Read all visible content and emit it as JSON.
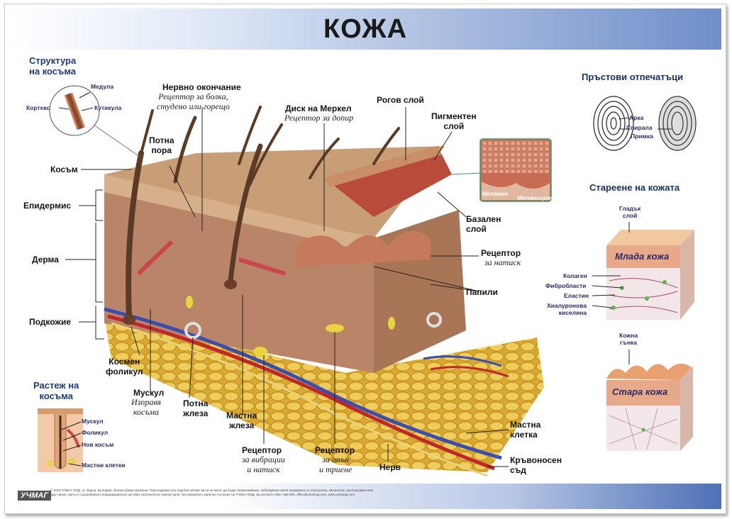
{
  "title": "КОЖА",
  "hair_structure": {
    "heading": "Структура\nна косъма",
    "medula": "Медула",
    "kortex": "Кортекс",
    "kutikula": "Кутикула"
  },
  "main_labels": {
    "kosam": "Косъм",
    "epidermis": "Епидермис",
    "derma": "Дерма",
    "podkozhie": "Подкожие",
    "potna_pora": "Потна\nпора",
    "nervno_okonchanie": "Нервно окончание",
    "nervno_okonchanie_sub": "Рецептор за болка,\nстудено или горещо",
    "disk_merkel": "Диск на Меркел",
    "disk_merkel_sub": "Рецептор за допир",
    "rogov_sloy": "Рогов слой",
    "pigmenten_sloy": "Пигментен\nслой",
    "bazalen_sloy": "Базален\nслой",
    "receptor_natisk": "Рецептор",
    "receptor_natisk_sub": "за натиск",
    "papili": "Папили",
    "kosmen_folikul": "Космен\nфоликул",
    "muskul": "Мускул",
    "muskul_sub": "Изправя\nкосъма",
    "potna_zhleza": "Потна\nжлеза",
    "mastna_zhleza": "Мастна\nжлеза",
    "receptor_vibracii": "Рецептор",
    "receptor_vibracii_sub": "за вибрации\nи натиск",
    "receptor_opan": "Рецептор",
    "receptor_opan_sub": "за опън\nи триене",
    "nerv": "Нерв",
    "mastna_kletka": "Мастна\nклетка",
    "kravonosen_sad": "Кръвоносен\nсъд",
    "melanin": "Меланин",
    "melanocit": "Меланоцит"
  },
  "fingerprints": {
    "heading": "Пръстови отпечатъци",
    "arka": "Арка",
    "spirala": "Спирала",
    "primka": "Примка"
  },
  "aging": {
    "heading": "Стареене на кожата",
    "gladak_sloy": "Гладък\nслой",
    "mlada_kozha": "Млада кожа",
    "kolagen": "Колаген",
    "fibroblasti": "Фибробласти",
    "elastin": "Еластин",
    "hialuronova": "Хиалуронова\nкиселина",
    "kozhna_ganka": "Кожна\nгънка",
    "stara_kozha": "Стара кожа"
  },
  "hair_growth": {
    "heading": "Растеж на\nкосъма",
    "muskul": "Мускул",
    "folikul": "Фоликул",
    "nov_kosam": "Нов косъм",
    "mastni_kletki": "Мастни клетки"
  },
  "footer": {
    "logo": "УЧМАГ",
    "text": "© 2019 УЧМАГ ООД, гр. Варна, България. Всички права запазени. Това издание или отделни негови части не могат да бъдат размножавани, публикувани и/или предавани по електронен, механичен, фотокопиран или друг начин, както и съхранявани в информационни системи, включително компютърни, без писменото изрично съгласие на УЧМАГ ООД. За контакти: 052 / 560 500, office@uchimag.com, www.uchimag.com"
  },
  "colors": {
    "title_gradient_end": "#6f8ec9",
    "section_heading": "#1f3a7a",
    "epidermis": "#c9a27a",
    "dermis": "#b88a6a",
    "fat": "#e8c34a",
    "vein": "#3a4db0",
    "artery": "#c0262a"
  }
}
